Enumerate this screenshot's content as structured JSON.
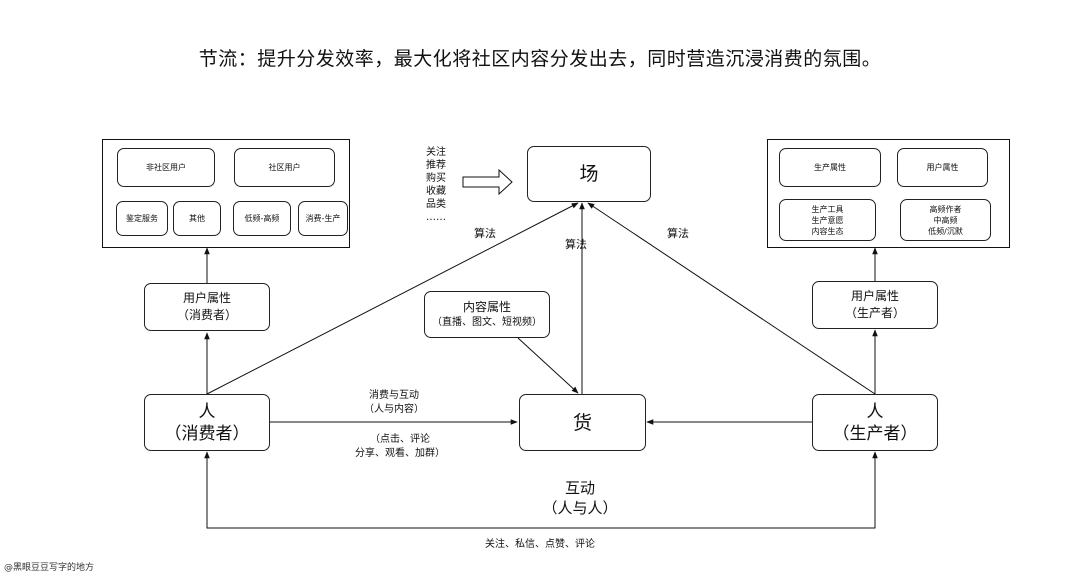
{
  "title": "节流：提升分发效率，最大化将社区内容分发出去，同时营造沉浸消费的氛围。",
  "consumer_panel": {
    "non_community_user": "非社区用户",
    "community_user": "社区用户",
    "appraisal_service": "鉴定服务",
    "other": "其他",
    "low_high_freq": "低频-高频",
    "consume_produce": "消费-生产"
  },
  "producer_panel": {
    "production_attr": "生产属性",
    "user_attr": "用户属性",
    "production_details": [
      "生产工具",
      "生产意愿",
      "内容生态"
    ],
    "user_details": [
      "高频作者",
      "中高频",
      "低频/沉默"
    ]
  },
  "consumer_attr": {
    "line1": "用户属性",
    "line2": "（消费者）"
  },
  "producer_attr": {
    "line1": "用户属性",
    "line2": "（生产者）"
  },
  "content_attr": {
    "line1": "内容属性",
    "line2": "（直播、图文、短视频）"
  },
  "field": "场",
  "goods": "货",
  "person_consumer": {
    "line1": "人",
    "line2": "（消费者）"
  },
  "person_producer": {
    "line1": "人",
    "line2": "（生产者）"
  },
  "field_inputs": [
    "关注",
    "推荐",
    "购买",
    "收藏",
    "品类",
    "……"
  ],
  "algorithm_labels": [
    "算法",
    "算法",
    "算法"
  ],
  "consume_interact": {
    "line1": "消费与互动",
    "line2": "（人与内容）",
    "line3": "（点击、评论",
    "line4": "分享、观看、加群）"
  },
  "interaction": {
    "line1": "互动",
    "line2": "（人与人）",
    "detail": "关注、私信、点赞、评论"
  },
  "watermark": "@黑眼豆豆写字的地方"
}
